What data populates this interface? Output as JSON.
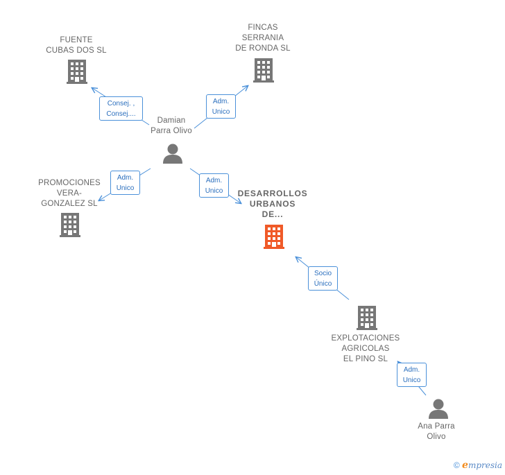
{
  "colors": {
    "edge": "#4a90d9",
    "company": "#777777",
    "company_main": "#f05a28",
    "person": "#777777"
  },
  "nodes": {
    "fuente": {
      "lines": [
        "FUENTE",
        "CUBAS DOS SL"
      ],
      "icon": "building-icon"
    },
    "fincas": {
      "lines": [
        "FINCAS",
        "SERRANIA",
        "DE RONDA SL"
      ],
      "icon": "building-icon"
    },
    "promociones": {
      "lines": [
        "PROMOCIONES",
        "VERA-",
        "GONZALEZ SL"
      ],
      "icon": "building-icon"
    },
    "desarrollos": {
      "lines": [
        "DESARROLLOS",
        "URBANOS",
        "DE..."
      ],
      "icon": "building-icon"
    },
    "explotaciones": {
      "lines": [
        "EXPLOTACIONES",
        "AGRICOLAS",
        "EL PINO SL"
      ],
      "icon": "building-icon"
    },
    "damian": {
      "lines": [
        "Damian",
        "Parra Olivo"
      ],
      "icon": "person-icon"
    },
    "ana": {
      "lines": [
        "Ana Parra",
        "Olivo"
      ],
      "icon": "person-icon"
    }
  },
  "relations": {
    "r1": {
      "lines": [
        "Consej. ,",
        "Consej...."
      ]
    },
    "r2": {
      "lines": [
        "Adm.",
        "Unico"
      ]
    },
    "r3": {
      "lines": [
        "Adm.",
        "Unico"
      ]
    },
    "r4": {
      "lines": [
        "Adm.",
        "Unico"
      ]
    },
    "r5": {
      "lines": [
        "Socio",
        "Único"
      ]
    },
    "r6": {
      "lines": [
        "Adm.",
        "Unico"
      ]
    }
  },
  "footer": {
    "copyright": "©",
    "brand_initial": "e",
    "brand_rest": "mpresia"
  }
}
